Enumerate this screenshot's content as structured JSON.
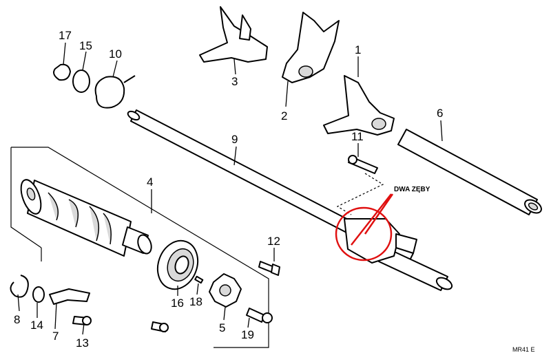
{
  "annotation": {
    "text": "DWA ZĘBY",
    "color": "#e01010"
  },
  "diagram_code": "MR41 E",
  "parts": [
    {
      "id": "p1",
      "label": "1"
    },
    {
      "id": "p2",
      "label": "2"
    },
    {
      "id": "p3",
      "label": "3"
    },
    {
      "id": "p4",
      "label": "4"
    },
    {
      "id": "p5",
      "label": "5"
    },
    {
      "id": "p6",
      "label": "6"
    },
    {
      "id": "p7",
      "label": "7"
    },
    {
      "id": "p8",
      "label": "8"
    },
    {
      "id": "p9",
      "label": "9"
    },
    {
      "id": "p10",
      "label": "10"
    },
    {
      "id": "p11",
      "label": "11"
    },
    {
      "id": "p12",
      "label": "12"
    },
    {
      "id": "p13",
      "label": "13"
    },
    {
      "id": "p14",
      "label": "14"
    },
    {
      "id": "p15",
      "label": "15"
    },
    {
      "id": "p16",
      "label": "16"
    },
    {
      "id": "p17",
      "label": "17"
    },
    {
      "id": "p18",
      "label": "18"
    },
    {
      "id": "p19",
      "label": "19"
    }
  ]
}
